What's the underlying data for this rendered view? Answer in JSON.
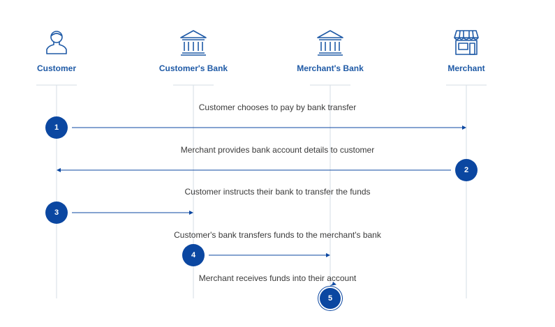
{
  "diagram": {
    "actors": [
      {
        "id": "customer",
        "label": "Customer",
        "icon": "customer-person-icon"
      },
      {
        "id": "customer-bank",
        "label": "Customer's Bank",
        "icon": "bank-icon"
      },
      {
        "id": "merchant-bank",
        "label": "Merchant's Bank",
        "icon": "bank-icon"
      },
      {
        "id": "merchant",
        "label": "Merchant",
        "icon": "shop-storefront-icon"
      }
    ],
    "steps": [
      {
        "number": "1",
        "text": "Customer chooses to pay by bank transfer",
        "from": "customer",
        "to": "merchant"
      },
      {
        "number": "2",
        "text": "Merchant provides bank account details to customer",
        "from": "merchant",
        "to": "customer"
      },
      {
        "number": "3",
        "text": "Customer instructs their bank to transfer the funds",
        "from": "customer",
        "to": "customer-bank"
      },
      {
        "number": "4",
        "text": "Customer's bank transfers funds to the merchant's bank",
        "from": "customer-bank",
        "to": "merchant-bank"
      },
      {
        "number": "5",
        "text": "Merchant receives funds into their account",
        "from": "merchant-bank",
        "to": "merchant-bank"
      }
    ],
    "colors": {
      "accent": "#1f5aa6",
      "step_fill": "#0b47a1",
      "lifeline": "#d6dde6",
      "text": "#3a3a3a"
    }
  }
}
